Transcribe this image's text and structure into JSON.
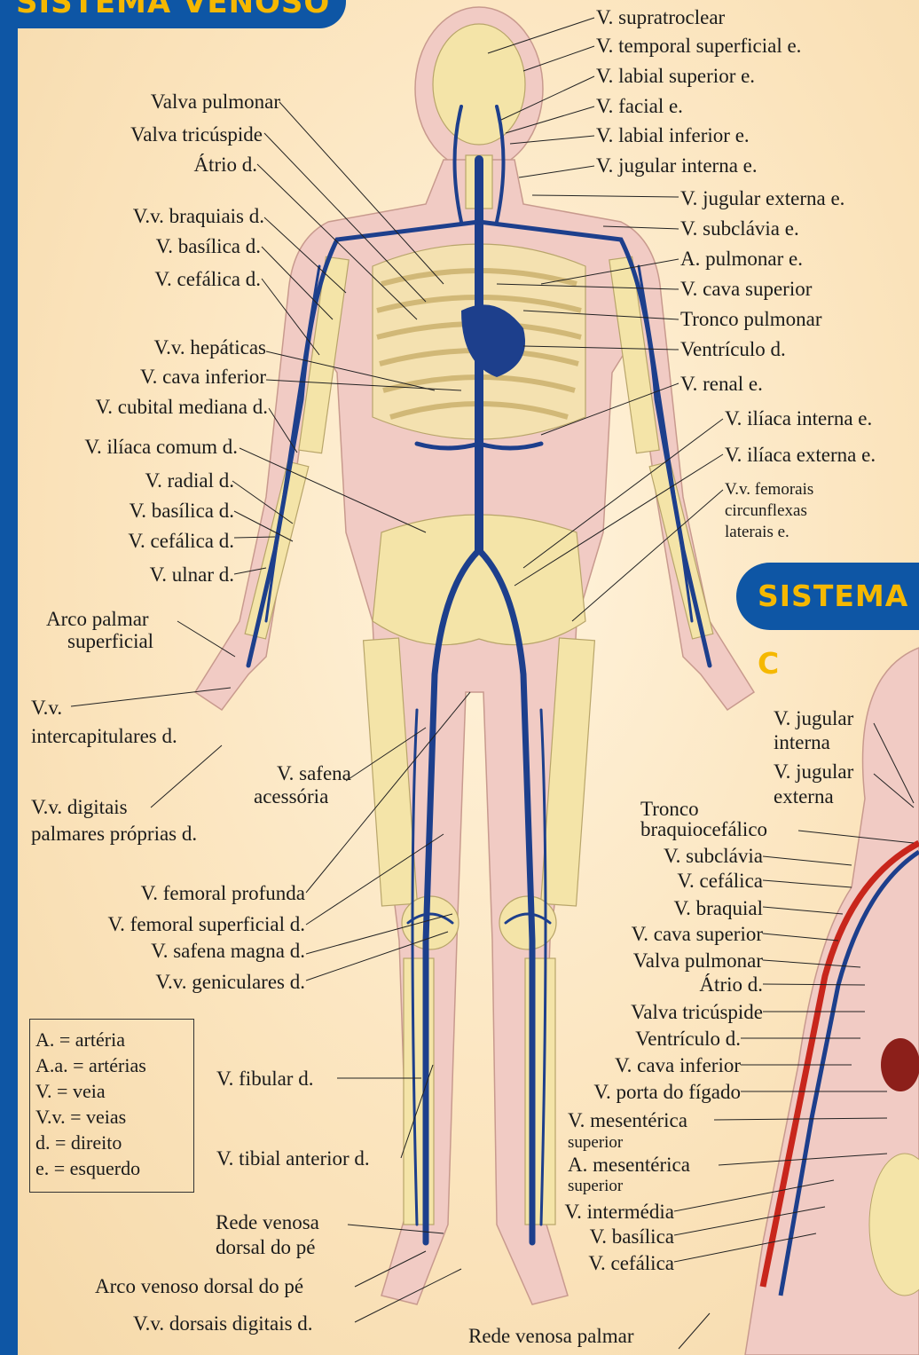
{
  "banners": {
    "top": "SISTEMA VENOSO",
    "right": "SISTEMA C"
  },
  "labels_left": {
    "valva_pulmonar": "Valva pulmonar",
    "valva_tricuspide": "Valva tricúspide",
    "atrio_d": "Átrio d.",
    "vv_braquiais": "V.v. braquiais d.",
    "v_basilica_upper": "V. basílica d.",
    "v_cefalica_upper": "V. cefálica d.",
    "vv_hepaticas": "V.v. hepáticas",
    "v_cava_inferior": "V. cava inferior",
    "v_cubital_mediana": "V. cubital mediana d.",
    "v_iliaca_comum": "V. ilíaca comum d.",
    "v_radial": "V. radial d.",
    "v_basilica_lower": "V. basílica d.",
    "v_cefalica_lower": "V. cefálica d.",
    "v_ulnar": "V. ulnar d.",
    "arco_palmar_1": "Arco palmar",
    "arco_palmar_2": "superficial",
    "vv_intercap_1": "V.v.",
    "vv_intercap_2": "intercapitulares d.",
    "v_safena_acessoria_1": "V. safena",
    "v_safena_acessoria_2": "acessória",
    "vv_digitais_1": "V.v. digitais",
    "vv_digitais_2": "palmares próprias d.",
    "v_femoral_profunda": "V. femoral profunda",
    "v_femoral_superficial": "V. femoral superficial d.",
    "v_safena_magna": "V. safena magna d.",
    "vv_geniculares": "V.v. geniculares d.",
    "v_fibular": "V. fibular d.",
    "v_tibial_anterior": "V. tibial anterior d.",
    "rede_venosa_dorsal_1": "Rede venosa",
    "rede_venosa_dorsal_2": "dorsal do pé",
    "arco_venoso_dorsal": "Arco venoso dorsal do pé",
    "vv_dorsais_digitais": "V.v. dorsais digitais d.",
    "rede_venosa_palmar": "Rede venosa palmar"
  },
  "labels_right": {
    "v_supratroclear": "V. supratroclear",
    "v_temporal_superficial": "V. temporal superficial e.",
    "v_labial_superior": "V. labial superior e.",
    "v_facial": "V. facial e.",
    "v_labial_inferior": "V. labial inferior e.",
    "v_jugular_interna": "V. jugular interna e.",
    "v_jugular_externa": "V. jugular externa e.",
    "v_subclavia": "V. subclávia e.",
    "a_pulmonar": "A. pulmonar e.",
    "v_cava_superior": "V. cava superior",
    "tronco_pulmonar": "Tronco pulmonar",
    "ventriculo_d": "Ventrículo d.",
    "v_renal": "V. renal e.",
    "v_iliaca_interna": "V. ilíaca interna e.",
    "v_iliaca_externa": "V. ilíaca externa e.",
    "vv_femorais_1": "V.v. femorais",
    "vv_femorais_2": "circunflexas",
    "vv_femorais_3": "laterais e."
  },
  "labels_second_figure": {
    "v_jugular_interna_1": "V. jugular",
    "v_jugular_interna_2": "interna",
    "v_jugular_externa_1": "V. jugular",
    "v_jugular_externa_2": "externa",
    "tronco_braquio_1": "Tronco",
    "tronco_braquio_2": "braquiocefálico",
    "v_subclavia": "V. subclávia",
    "v_cefalica": "V. cefálica",
    "v_braquial": "V. braquial",
    "v_cava_superior": "V. cava superior",
    "valva_pulmonar": "Valva pulmonar",
    "atrio_d": "Átrio d.",
    "valva_tricuspide": "Valva tricúspide",
    "ventriculo_d": "Ventrículo d.",
    "v_cava_inferior": "V. cava inferior",
    "v_porta": "V. porta do fígado",
    "v_mesenterica_1": "V. mesentérica",
    "v_mesenterica_2": "superior",
    "a_mesenterica_1": "A. mesentérica",
    "a_mesenterica_2": "superior",
    "v_intermedia": "V. intermédia",
    "v_basilica": "V. basílica",
    "v_cefalica_2": "V. cefálica"
  },
  "legend": {
    "l1": "A. = artéria",
    "l2": "A.a. = artérias",
    "l3": "V. = veia",
    "l4": "V.v. = veias",
    "l5": "d. = direito",
    "l6": "e. = esquerdo"
  },
  "colors": {
    "banner_bg": "#0e56a5",
    "banner_text": "#f5b800",
    "vein": "#1d3f8c",
    "artery": "#c8261c",
    "skin": "#f1c9c2",
    "bone": "#f3e3a6"
  }
}
